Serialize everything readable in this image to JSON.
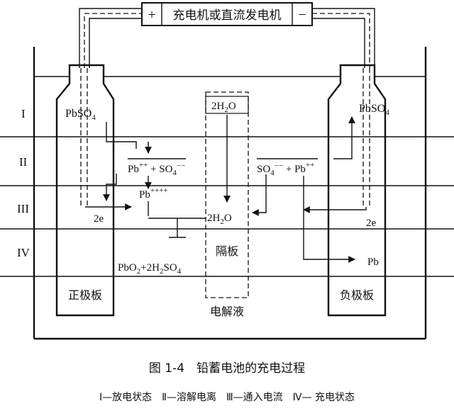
{
  "source": {
    "label": "充电机或直流发电机",
    "plus": "+",
    "minus": "−"
  },
  "levels": [
    "I",
    "II",
    "III",
    "IV"
  ],
  "left_plate": {
    "label": "正极板",
    "top_species": "PbSO",
    "top_sub": "4",
    "ion_pb": "Pb",
    "ion_pb_charge": "++",
    "ion_so4": " + SO",
    "ion_so4_sub": "4",
    "ion_so4_charge": "−−",
    "pb4": "Pb",
    "pb4_charge": "++++",
    "electrons": "2e",
    "product_a": "PbO",
    "product_a_sub": "2",
    "product_b": "+2H",
    "product_b_sub": "2",
    "product_c": "SO",
    "product_c_sub": "4"
  },
  "right_plate": {
    "label": "负极板",
    "top_species": "PbSO",
    "top_sub": "4",
    "ion_so4": "SO",
    "ion_so4_sub": "4",
    "ion_so4_charge": "−−",
    "ion_pb": " + Pb",
    "ion_pb_charge": "++",
    "electrons": "2e",
    "product": "Pb"
  },
  "middle": {
    "water_top": "2H",
    "water_top_sub": "2",
    "water_top_tail": "O",
    "water_mid": "2H",
    "water_mid_sub": "2",
    "water_mid_tail": "O",
    "separator": "隔板",
    "electrolyte": "电解液"
  },
  "caption": {
    "title": "图 1-4　铅蓄电池的充电过程",
    "legend": "Ⅰ—放电状态　Ⅱ—溶解电离　Ⅲ—通入电流　Ⅳ— 充电状态"
  }
}
